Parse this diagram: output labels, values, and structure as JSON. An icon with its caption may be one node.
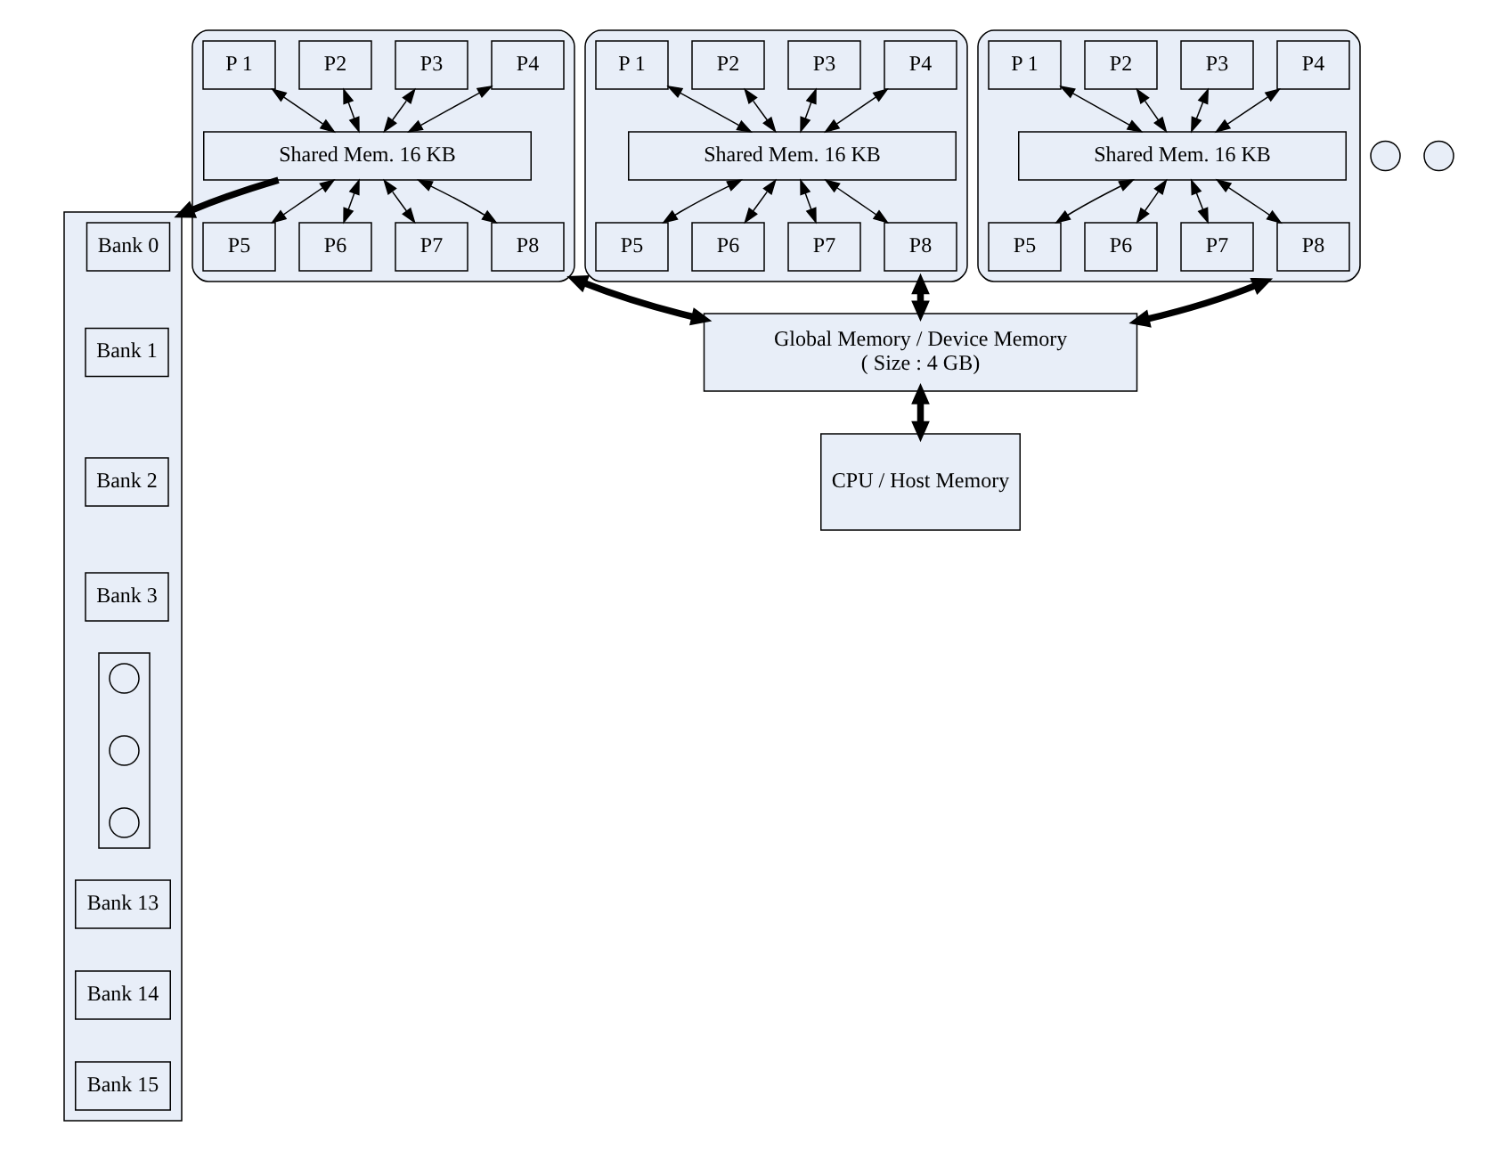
{
  "diagram": {
    "nodes": [
      {
        "text": [],
        "shape": "box"
      },
      {
        "text": [
          "P 1"
        ],
        "in": 0
      },
      {
        "text": [
          "P2"
        ],
        "in": 0
      },
      {
        "text": [
          "P3"
        ],
        "in": 0
      },
      {
        "text": [
          "P4"
        ],
        "in": 0
      },
      {
        "text": [
          "Shared Mem. 16 KB"
        ],
        "in": 0
      },
      {
        "text": [
          "P5"
        ],
        "in": 0
      },
      {
        "text": [
          "P6"
        ],
        "in": 0
      },
      {
        "text": [
          "P7"
        ],
        "in": 0
      },
      {
        "text": [
          "P8"
        ],
        "in": 0
      },
      {
        "text": [],
        "shape": "box"
      },
      {
        "text": [
          "P 1"
        ],
        "in": 10
      },
      {
        "text": [
          "P2"
        ],
        "in": 10
      },
      {
        "text": [
          "P3"
        ],
        "in": 10
      },
      {
        "text": [
          "P4"
        ],
        "in": 10
      },
      {
        "text": [
          "Shared Mem. 16 KB"
        ],
        "in": 10
      },
      {
        "text": [
          "P5"
        ],
        "in": 10
      },
      {
        "text": [
          "P6"
        ],
        "in": 10
      },
      {
        "text": [
          "P7"
        ],
        "in": 10
      },
      {
        "text": [
          "P8"
        ],
        "in": 10
      },
      {
        "text": [],
        "shape": "circle"
      },
      {
        "text": [],
        "shape": "circle"
      },
      {
        "text": [],
        "shape": "box"
      },
      {
        "text": [
          "P 1"
        ],
        "in": 22
      },
      {
        "text": [
          "P2"
        ],
        "in": 22
      },
      {
        "text": [
          "P3"
        ],
        "in": 22
      },
      {
        "text": [
          "P4"
        ],
        "in": 22
      },
      {
        "text": [
          "Shared Mem. 16 KB"
        ],
        "in": 22
      },
      {
        "text": [
          "P5"
        ],
        "in": 22
      },
      {
        "text": [
          "P6"
        ],
        "in": 22
      },
      {
        "text": [
          "P7"
        ],
        "in": 22
      },
      {
        "text": [
          "P8"
        ],
        "in": 22
      },
      {
        "text": [],
        "shape": "box"
      },
      {
        "text": [
          "Bank 0"
        ],
        "in": 32
      },
      {
        "text": [
          "Bank 1"
        ],
        "in": 32
      },
      {
        "text": [
          "Bank 2"
        ],
        "in": 32
      },
      {
        "text": [
          "Bank 3"
        ],
        "in": 32
      },
      {
        "text": [],
        "shape": "box",
        "in": 32
      },
      {
        "text": [],
        "shape": "circle",
        "in": 37
      },
      {
        "text": [],
        "shape": "circle",
        "in": 37
      },
      {
        "text": [],
        "shape": "circle",
        "in": 37
      },
      {
        "text": [
          "Bank 13"
        ],
        "in": 32
      },
      {
        "text": [
          "Bank 14"
        ],
        "in": 32
      },
      {
        "text": [
          "Bank 15"
        ],
        "in": 32
      },
      {
        "text": [
          "Global Memory / Device Memory",
          "( Size : 4 GB)"
        ]
      },
      {
        "text": [
          "CPU / Host Memory"
        ]
      }
    ],
    "edges": [
      {
        "from": 1,
        "to": 5,
        "arrow": "both"
      },
      {
        "from": 2,
        "to": 5,
        "arrow": "both"
      },
      {
        "from": 3,
        "to": 5,
        "arrow": "both"
      },
      {
        "from": 4,
        "to": 5,
        "arrow": "both"
      },
      {
        "from": 5,
        "to": 6,
        "arrow": "both"
      },
      {
        "from": 5,
        "to": 7,
        "arrow": "both"
      },
      {
        "from": 5,
        "to": 8,
        "arrow": "both"
      },
      {
        "from": 5,
        "to": 9,
        "arrow": "both"
      },
      {
        "from": 11,
        "to": 15,
        "arrow": "both"
      },
      {
        "from": 12,
        "to": 15,
        "arrow": "both"
      },
      {
        "from": 13,
        "to": 15,
        "arrow": "both"
      },
      {
        "from": 14,
        "to": 15,
        "arrow": "both"
      },
      {
        "from": 15,
        "to": 16,
        "arrow": "both"
      },
      {
        "from": 15,
        "to": 17,
        "arrow": "both"
      },
      {
        "from": 15,
        "to": 18,
        "arrow": "both"
      },
      {
        "from": 15,
        "to": 19,
        "arrow": "both"
      },
      {
        "from": 23,
        "to": 27,
        "arrow": "both"
      },
      {
        "from": 24,
        "to": 27,
        "arrow": "both"
      },
      {
        "from": 25,
        "to": 27,
        "arrow": "both"
      },
      {
        "from": 26,
        "to": 27,
        "arrow": "both"
      },
      {
        "from": 27,
        "to": 28,
        "arrow": "both"
      },
      {
        "from": 27,
        "to": 29,
        "arrow": "both"
      },
      {
        "from": 27,
        "to": 30,
        "arrow": "both"
      },
      {
        "from": 27,
        "to": 31,
        "arrow": "both"
      },
      {
        "from": 5,
        "to": 32,
        "arrow": "to",
        "style": "thick"
      },
      {
        "from": 0,
        "to": 44,
        "arrow": "both",
        "style": "thick"
      },
      {
        "from": 10,
        "to": 44,
        "arrow": "both",
        "style": "thick"
      },
      {
        "from": 22,
        "to": 44,
        "arrow": "both",
        "style": "thick"
      },
      {
        "from": 44,
        "to": 45,
        "arrow": "both",
        "style": "thick"
      }
    ]
  }
}
